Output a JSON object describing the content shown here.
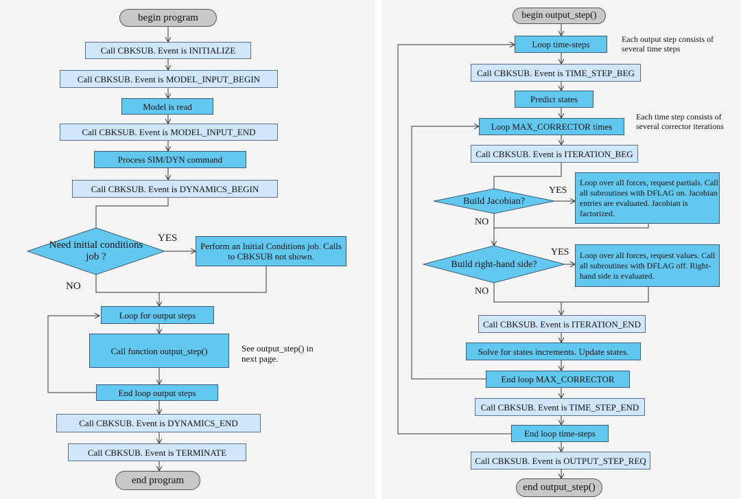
{
  "left": {
    "start": "begin program",
    "boxes": [
      "Call CBKSUB. Event is INITIALIZE",
      "Call CBKSUB. Event is MODEL_INPUT_BEGIN",
      "Model is read",
      "Call CBKSUB. Event is MODEL_INPUT_END",
      "Process SIM/DYN command",
      "Call CBKSUB. Event is DYNAMICS_BEGIN"
    ],
    "decision": "Need initial conditions job ?",
    "yes_label": "YES",
    "no_label": "NO",
    "ic_box": "Perform an Initial Conditions job. Calls to CBKSUB not shown.",
    "loop_box": "Loop for output steps",
    "call_output_box": "Call function output_step()",
    "note": "See output_step() in next page.",
    "end_loop_box": "End loop output steps",
    "dyn_end_box": "Call CBKSUB. Event is DYNAMICS_END",
    "terminate_box": "Call CBKSUB. Event is TERMINATE",
    "end": "end program"
  },
  "right": {
    "start": "begin output_step()",
    "loop_time": "Loop time-steps",
    "note1": "Each output step consists of several time steps",
    "time_step_beg": "Call CBKSUB. Event is TIME_STEP_BEG",
    "predict": "Predict states",
    "loop_corr": "Loop MAX_CORRECTOR times",
    "note2": "Each time step consists of several corrector iterations",
    "iter_beg": "Call CBKSUB. Event is ITERATION_BEG",
    "decision1": "Build Jacobian?",
    "jac_box": "Loop over all forces, request partials. Call all subroutines with DFLAG on. Jacobian entries are evaluated. Jacobian is factorized.",
    "decision2": "Build right-hand side?",
    "rhs_box": "Loop over all forces, request values. Call all subroutines with DFLAG off. Right-hand side is evaluated.",
    "yes_label": "YES",
    "no_label": "NO",
    "iter_end": "Call CBKSUB. Event is ITERATION_END",
    "solve": "Solve for states increments. Update states.",
    "end_corr": "End loop MAX_CORRECTOR",
    "time_step_end": "Call CBKSUB. Event is TIME_STEP_END",
    "end_loop_time": "End loop time-steps",
    "output_req": "Call CBKSUB. Event is OUTPUT_STEP_REQ",
    "end": "end output_step()"
  },
  "colors": {
    "box_light": "#cfe6fb",
    "box_dark": "#63c8f0",
    "terminal": "#c8c8c8",
    "line": "#333333"
  }
}
